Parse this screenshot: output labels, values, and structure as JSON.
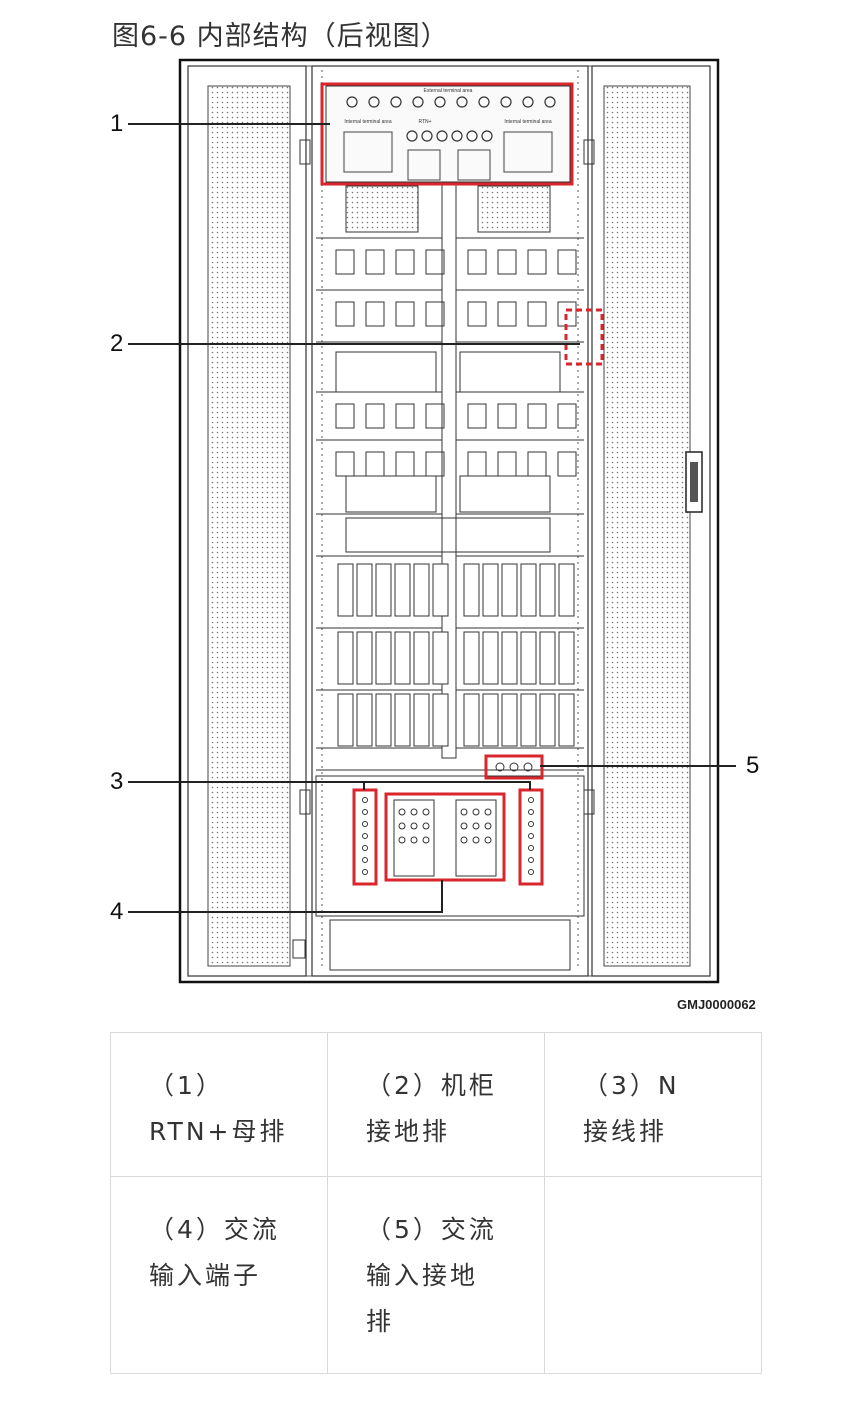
{
  "figure": {
    "title": "图6-6 内部结构（后视图）",
    "code": "GMJ0000062",
    "callouts": [
      "1",
      "2",
      "3",
      "4",
      "5"
    ],
    "panel_text": {
      "external_terminal": "External terminal area",
      "internal_left": "Internal terminal area",
      "internal_right": "Internal terminal area",
      "rtn": "RTN+"
    },
    "highlight_color": "#d9262c"
  },
  "legend": {
    "rows": [
      [
        {
          "lines": [
            "（1）",
            "RTN+母排"
          ]
        },
        {
          "lines": [
            "（2）机柜",
            "接地排"
          ]
        },
        {
          "lines": [
            "（3）N",
            "接线排"
          ]
        }
      ],
      [
        {
          "lines": [
            "（4）交流",
            "输入端子"
          ]
        },
        {
          "lines": [
            "（5）交流",
            "输入接地",
            "排"
          ]
        },
        {
          "lines": []
        }
      ]
    ]
  }
}
